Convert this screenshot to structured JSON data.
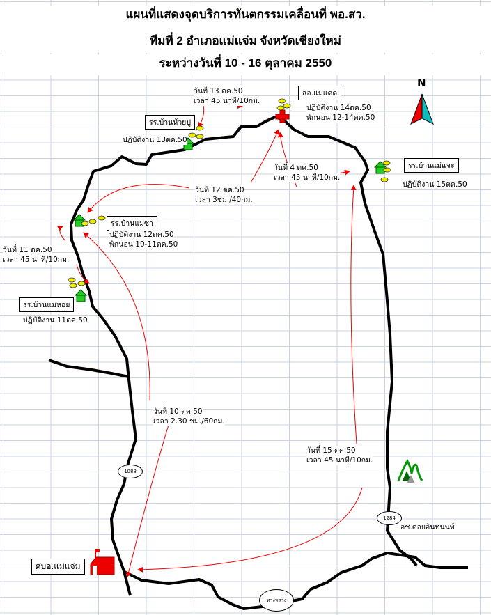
{
  "title": {
    "line1": "แผนที่แสดงจุดบริการทันตกรรมเคลื่อนที่ พอ.สว.",
    "line2": "ทีมที่ 2   อำเภอแม่แจ่ม   จังหวัดเชียงใหม่",
    "line3": "ระหว่างวันที่  10 - 16  ตุลาคม  2550"
  },
  "compass": "N",
  "places": {
    "huaypu": {
      "name": "รร.บ้านห้วยปู",
      "note": "ปฏิบัติงาน 13ตค.50"
    },
    "maedaet": {
      "name": "สอ.แม่แดด",
      "note1": "ปฏิบัติงาน 14ตค.50",
      "note2": "พักนอน 12-14ตค.50"
    },
    "maechae": {
      "name": "รร.บ้านแม่แจะ",
      "note": "ปฏิบัติงาน 15ตค.50"
    },
    "maesa": {
      "name": "รร.บ้านแม่ซา",
      "note1": "ปฏิบัติงาน 12ตค.50",
      "note2": "พักนอน 10-11ตค.50"
    },
    "maehoi": {
      "name": "รร.บ้านแม่หอย",
      "note": "ปฏิบัติงาน 11ตค.50"
    },
    "office": {
      "name": "ศบอ.แม่แจ่ม"
    },
    "park": {
      "name": "อช.ดอยอินทนนท์"
    }
  },
  "routes": [
    {
      "date": "วันที่ 13 ตค.50",
      "time": "เวลา 45 นาที/10กม."
    },
    {
      "date": "วันที่ 4 ตค.50",
      "time": "เวลา 45 นาที/10กม."
    },
    {
      "date": "วันที่ 12 ตค.50",
      "time": "เวลา 3ชม./40กม."
    },
    {
      "date": "วันที่ 11 ตค.50",
      "time": "เวลา 45 นาที/10กม."
    },
    {
      "date": "วันที่ 10 ตค.50",
      "time": "เวลา 2.30 ชม./60กม."
    },
    {
      "date": "วันที่ 15 ตค.50",
      "time": "เวลา 45 นาที/10กม."
    }
  ],
  "roads": {
    "r1088": "1088",
    "r1284": "1284",
    "highway": "ทางหลวง"
  }
}
